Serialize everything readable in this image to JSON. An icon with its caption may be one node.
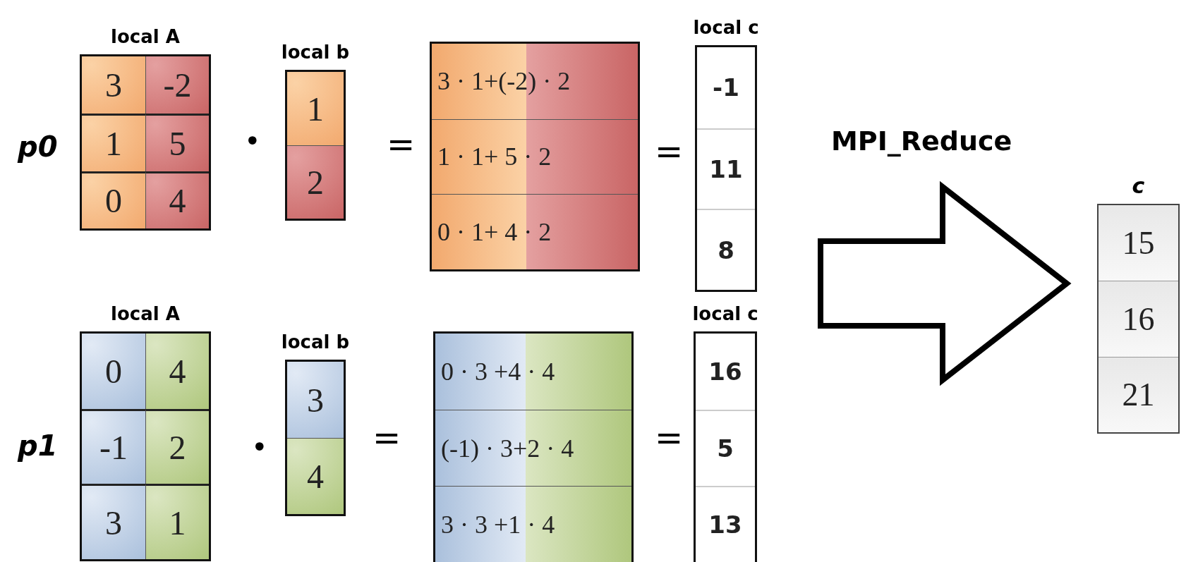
{
  "diagram": {
    "nodes": [
      {
        "text": [
          "local A"
        ]
      },
      {
        "text": [
          "3"
        ],
        "in": 0
      },
      {
        "text": [
          "-2"
        ],
        "in": 0
      },
      {
        "text": [
          "1"
        ],
        "in": 0
      },
      {
        "text": [
          "5"
        ],
        "in": 0
      },
      {
        "text": [
          "0"
        ],
        "in": 0
      },
      {
        "text": [
          "4"
        ],
        "in": 0
      },
      {
        "text": [
          "local b"
        ]
      },
      {
        "text": [
          "1"
        ],
        "in": 7
      },
      {
        "text": [
          "2"
        ],
        "in": 7
      },
      {
        "text": [],
        "shape": "box"
      },
      {
        "text": [
          "3 · 1+(-2) · 2"
        ],
        "in": 10
      },
      {
        "text": [
          "1 · 1+ 5 · 2"
        ],
        "in": 10
      },
      {
        "text": [
          "0 · 1+ 4 · 2"
        ],
        "in": 10
      },
      {
        "text": [
          "local c"
        ]
      },
      {
        "text": [
          "-1"
        ],
        "in": 14
      },
      {
        "text": [
          "11"
        ],
        "in": 14
      },
      {
        "text": [
          "8"
        ],
        "in": 14
      },
      {
        "text": [
          "local A"
        ]
      },
      {
        "text": [
          "0"
        ],
        "in": 18
      },
      {
        "text": [
          "4"
        ],
        "in": 18
      },
      {
        "text": [
          "-1"
        ],
        "in": 18
      },
      {
        "text": [
          "2"
        ],
        "in": 18
      },
      {
        "text": [
          "3"
        ],
        "in": 18
      },
      {
        "text": [
          "1"
        ],
        "in": 18
      },
      {
        "text": [
          "local b"
        ]
      },
      {
        "text": [
          "3"
        ],
        "in": 25
      },
      {
        "text": [
          "4"
        ],
        "in": 25
      },
      {
        "text": [],
        "shape": "box"
      },
      {
        "text": [
          "0 · 3 +4 · 4"
        ],
        "in": 28
      },
      {
        "text": [
          "(-1) · 3+2 · 4"
        ],
        "in": 28
      },
      {
        "text": [
          "3 · 3 +1 · 4"
        ],
        "in": 28
      },
      {
        "text": [
          "local c"
        ]
      },
      {
        "text": [
          "16"
        ],
        "in": 32
      },
      {
        "text": [
          "5"
        ],
        "in": 32
      },
      {
        "text": [
          "13"
        ],
        "in": 32
      },
      {
        "text": [
          "c"
        ]
      },
      {
        "text": [
          "15"
        ],
        "in": 36
      },
      {
        "text": [
          "16"
        ],
        "in": 36
      },
      {
        "text": [
          "21"
        ],
        "in": 36
      }
    ],
    "edges": [
      {
        "from": 14,
        "to": 36,
        "arrow": "to",
        "label": "MPI_Reduce"
      },
      {
        "from": 32,
        "to": 36,
        "arrow": "to"
      }
    ],
    "labels": [
      "p0",
      "•",
      "=",
      "=",
      "p1",
      "•",
      "=",
      "="
    ]
  }
}
